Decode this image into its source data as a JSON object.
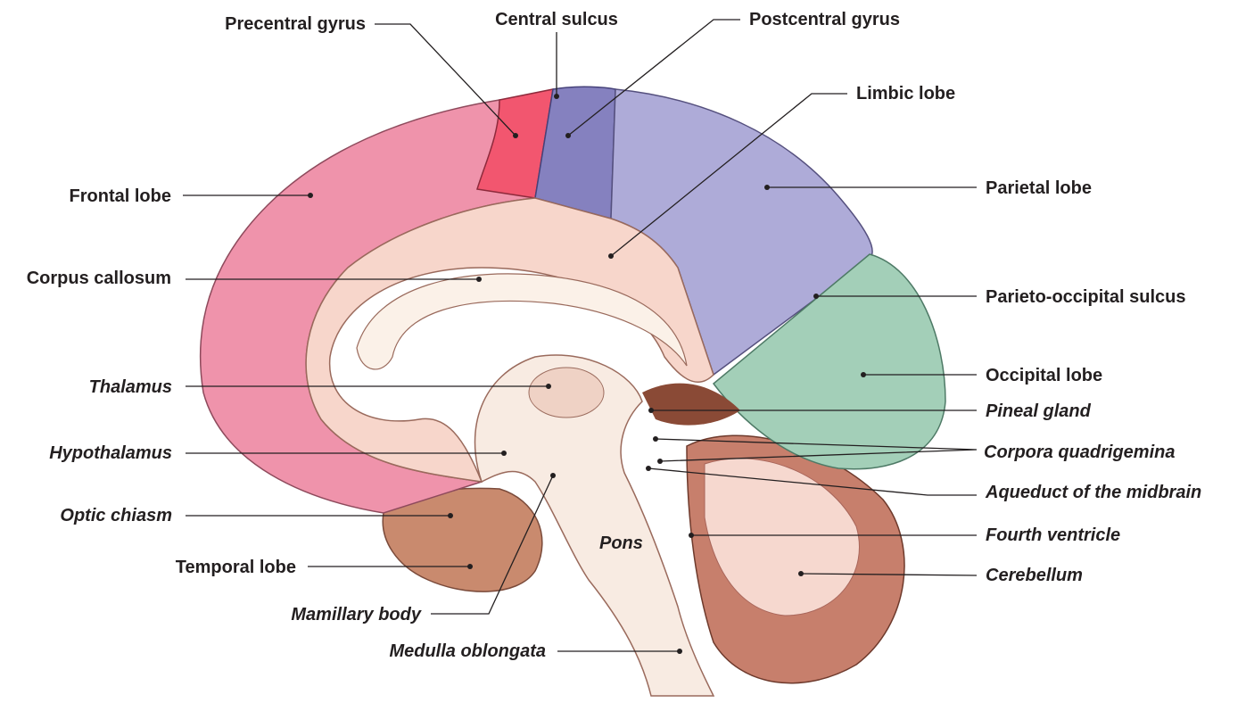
{
  "title": "Midsagittal section of the brain",
  "colors": {
    "frontal": "#ef93ab",
    "precentral": "#f2566f",
    "postcentral": "#8581bf",
    "parietal": "#aeabd8",
    "occipital": "#a3cfb8",
    "limbic": "#f7d6cb",
    "brainstem": "#f8ebe2",
    "deep": "#c98a6e",
    "cerebellum": "#c77f6c"
  },
  "labels": {
    "precentral_gyrus": "Precentral gyrus",
    "central_sulcus": "Central sulcus",
    "postcentral_gyrus": "Postcentral gyrus",
    "limbic_lobe": "Limbic lobe",
    "frontal_lobe": "Frontal lobe",
    "parietal_lobe": "Parietal lobe",
    "corpus_callosum": "Corpus callosum",
    "parieto_occipital_sulcus": "Parieto-occipital sulcus",
    "thalamus": "Thalamus",
    "occipital_lobe": "Occipital lobe",
    "pineal_gland": "Pineal gland",
    "hypothalamus": "Hypothalamus",
    "corpora_quadrigemina": "Corpora quadrigemina",
    "aqueduct": "Aqueduct of the midbrain",
    "optic_chiasm": "Optic chiasm",
    "fourth_ventricle": "Fourth ventricle",
    "temporal_lobe": "Temporal lobe",
    "cerebellum": "Cerebellum",
    "pons": "Pons",
    "mamillary_body": "Mamillary body",
    "medulla_oblongata": "Medulla oblongata"
  }
}
